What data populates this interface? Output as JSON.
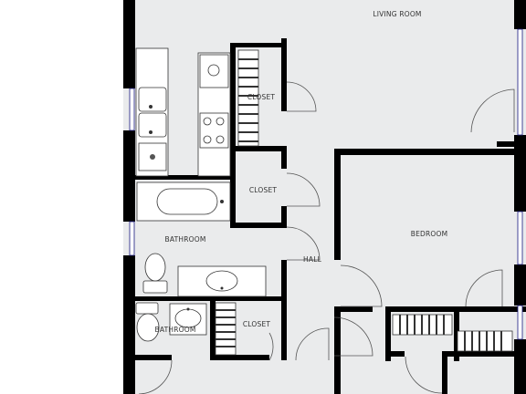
{
  "rooms": {
    "living_room": "LIVING ROOM",
    "closet_kitchen": "CLOSET",
    "closet_middle": "CLOSET",
    "bathroom_main": "BATHROOM",
    "bedroom": "BEDROOM",
    "hall": "HALL",
    "bathroom_small": "BATHROOM",
    "closet_lower": "CLOSET"
  },
  "colors": {
    "floor": "#eaebec",
    "wall": "#000000",
    "window": "#1a1a80",
    "fixture_stroke": "#333333",
    "door_stroke": "#555555"
  }
}
